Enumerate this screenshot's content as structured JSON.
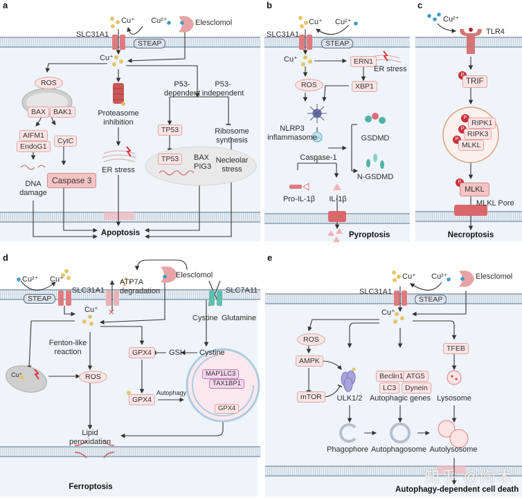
{
  "colors": {
    "cell_bg": "#eef4f9",
    "membrane": "#c7d3de",
    "protein_box_fill": "#fbe4e4",
    "protein_box_border": "#e2a5a5",
    "cu_plus_dot": "#e6c46a",
    "cu_2plus_dot": "#3b9bc9",
    "transporter": "#e07a7f",
    "slc7a11": "#5fbfaf",
    "phospho": "#c8323c",
    "arrow": "#333333"
  },
  "panels": {
    "a": {
      "letter": "a",
      "cu_plus_top": "Cu⁺",
      "cu_2plus": "Cu²⁺",
      "elesclomol": "Elesclomol",
      "slc31a1": "SLC31A1",
      "steap": "STEAP",
      "cu_plus_inside": "Cu⁺",
      "ros": "ROS",
      "bax": "BAX",
      "bak1": "BAK1",
      "aifm1": "AIFM1",
      "endog1": "EndoG1",
      "cytc": "CytC",
      "dna_damage": "DNA\ndamage",
      "caspase3": "Caspase 3",
      "proteasome_inhibition": "Proteasome\ninhibition",
      "er_stress": "ER stress",
      "p53_dependent": "P53-\ndependent",
      "p53_independent": "P53-\nindependent",
      "tp53_1": "TP53",
      "tp53_2": "TP53",
      "bax_pig3": "BAX\nPIG3",
      "ribosome_synthesis": "Ribosome\nsynthesis",
      "necleolar_stress": "Necleolar\nstress",
      "outcome": "Apoptosis"
    },
    "b": {
      "letter": "b",
      "cu_plus_top": "Cu⁺",
      "cu_2plus": "Cu²⁺",
      "slc31a1": "SLC31A1",
      "steap": "STEAP",
      "cu_plus_inside": "Cu⁺",
      "ern1": "ERN1",
      "er_stress": "ER stress",
      "ros": "ROS",
      "xbp1": "XBP1",
      "nlrp3": "NLRP3\ninflammasome",
      "caspase1": "Caspase-1",
      "gsdmd": "GSDMD",
      "n_gsdmd": "N-GSDMD",
      "pro_il1b": "Pro-IL-1β",
      "il1b": "IL-1β",
      "outcome": "Pyroptosis"
    },
    "c": {
      "letter": "c",
      "cu_2plus": "Cu²⁺",
      "tlr4": "TLR4",
      "phospho_label": "P",
      "trif": "TRIF",
      "ripk1": "RIPK1",
      "ripk3": "RIPK3",
      "mlkl_complex": "MLKL",
      "mlkl": "MLKL",
      "mlkl_pore": "MLKL Pore",
      "outcome": "Necroptosis"
    },
    "d": {
      "letter": "d",
      "cu_2plus": "Cu²⁺",
      "cu_plus_top": "Cu⁺",
      "steap": "STEAP",
      "slc31a1": "SLC31A1",
      "atp7a": "ATP7A\ndegradation",
      "elesclomol": "Elesclomol",
      "slc7a11": "SLC7A11",
      "cu_plus_inside": "Cu⁺",
      "cystine_out": "Cystine",
      "glutamine": "Glutamine",
      "fenton": "Fenton-like\nreaction",
      "gpx4_top": "GPX4",
      "gsh": "GSH",
      "cystine_in": "Cystine",
      "mito_cu": "Cu⁺",
      "ros": "ROS",
      "gpx4_mid": "GPX4",
      "autophagy": "Autophagy",
      "map1lc3": "MAP1LC3",
      "tax1bp1": "TAX1BP1",
      "gpx4_autophagosome": "GPX4",
      "lipid_peroxidation": "Lipid\nperoxidation",
      "outcome": "Ferroptosis"
    },
    "e": {
      "letter": "e",
      "cu_plus_top": "Cu⁺",
      "cu_2plus": "Cu²⁺",
      "elesclomol": "Elesclomol",
      "slc31a1": "SLC31A1",
      "steap": "STEAP",
      "cu_plus_inside": "Cu⁺",
      "ros": "ROS",
      "ampk": "AMPK",
      "mtor": "mTOR",
      "ulk": "ULK1/2",
      "beclin1": "Beclin1",
      "atg5": "ATG5",
      "lc3": "LC3",
      "dynein": "Dynein",
      "autophagic_genes": "Autophagic genes",
      "tfeb": "TFEB",
      "lysosome": "Lysosome",
      "phagophore": "Phagophore",
      "autophagosome": "Autophagosome",
      "autolysosome": "Autolysosome",
      "outcome": "Autophagy-dependent cell death"
    }
  },
  "watermark": "知乎 @陶术"
}
